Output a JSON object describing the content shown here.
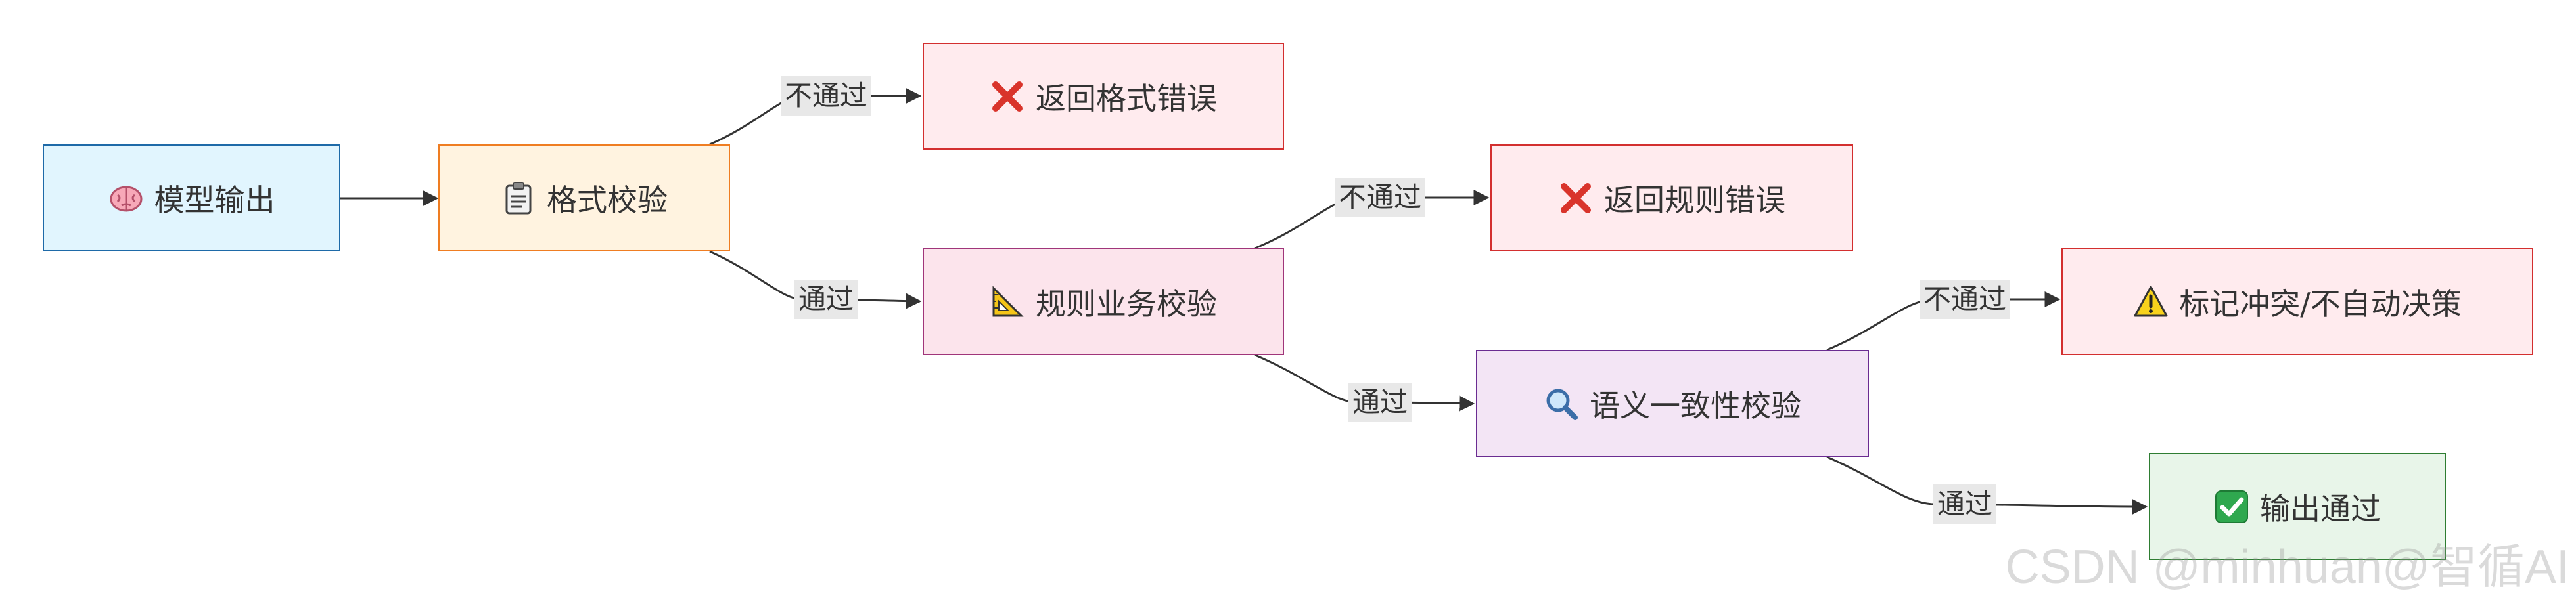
{
  "nodes": {
    "model_output": {
      "label": "模型输出",
      "icon": "brain-icon",
      "fill": "#e1f5fe",
      "stroke": "#1e6aa8"
    },
    "format_check": {
      "label": "格式校验",
      "icon": "clipboard-icon",
      "fill": "#fff3e0",
      "stroke": "#ef7d22"
    },
    "format_error": {
      "label": "返回格式错误",
      "icon": "cross-mark-icon",
      "fill": "#ffebee",
      "stroke": "#d32f2f"
    },
    "rule_check": {
      "label": "规则业务校验",
      "icon": "triangle-ruler-icon",
      "fill": "#fce4ec",
      "stroke": "#a0357a"
    },
    "rule_error": {
      "label": "返回规则错误",
      "icon": "cross-mark-icon",
      "fill": "#ffebee",
      "stroke": "#d32f2f"
    },
    "semantic_check": {
      "label": "语义一致性校验",
      "icon": "magnifier-icon",
      "fill": "#f3e5f5",
      "stroke": "#6a2c91"
    },
    "conflict": {
      "label": "标记冲突/不自动决策",
      "icon": "warning-icon",
      "fill": "#ffebee",
      "stroke": "#d32f2f"
    },
    "pass_output": {
      "label": "输出通过",
      "icon": "check-mark-icon",
      "fill": "#e8f5e9",
      "stroke": "#2e7d32"
    }
  },
  "edges": [
    {
      "from": "model_output",
      "to": "format_check",
      "label": ""
    },
    {
      "from": "format_check",
      "to": "format_error",
      "label": "不通过"
    },
    {
      "from": "format_check",
      "to": "rule_check",
      "label": "通过"
    },
    {
      "from": "rule_check",
      "to": "rule_error",
      "label": "不通过"
    },
    {
      "from": "rule_check",
      "to": "semantic_check",
      "label": "通过"
    },
    {
      "from": "semantic_check",
      "to": "conflict",
      "label": "不通过"
    },
    {
      "from": "semantic_check",
      "to": "pass_output",
      "label": "通过"
    }
  ],
  "watermark": "CSDN @minhuan@智循AI",
  "colors": {
    "edge": "#333333",
    "label_bg": "#e8e8e8"
  }
}
